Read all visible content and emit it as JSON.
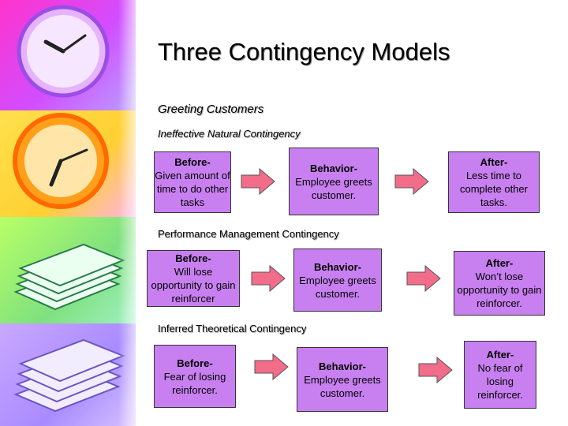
{
  "title": "Three Contingency Models",
  "subtitle": "Greeting Customers",
  "colors": {
    "box_fill": "#c880f0",
    "arrow_fill": "#f26d8a",
    "arrow_stroke": "#555555"
  },
  "decor": {
    "left_strip": "photo collage: clocks and stacks of papers",
    "icons": [
      "clock-icon",
      "clock-icon",
      "paper-stack-icon",
      "paper-stack-icon"
    ]
  },
  "rows": [
    {
      "heading": "Ineffective Natural Contingency",
      "before": {
        "label": "Before-",
        "text": "Given amount of time to do other tasks"
      },
      "behavior": {
        "label": "Behavior-",
        "text": "Employee greets customer."
      },
      "after": {
        "label": "After-",
        "text": "Less time to complete other tasks."
      }
    },
    {
      "heading": "Performance Management Contingency",
      "before": {
        "label": "Before-",
        "text": "Will lose opportunity to gain reinforcer"
      },
      "behavior": {
        "label": "Behavior-",
        "text": "Employee greets customer."
      },
      "after": {
        "label": "After-",
        "text": "Won’t lose opportunity to gain reinforcer."
      }
    },
    {
      "heading": "Inferred Theoretical Contingency",
      "before": {
        "label": "Before-",
        "text": "Fear of losing reinforcer."
      },
      "behavior": {
        "label": "Behavior-",
        "text": "Employee greets customer."
      },
      "after": {
        "label": "After-",
        "text": "No fear of losing reinforcer."
      }
    }
  ]
}
